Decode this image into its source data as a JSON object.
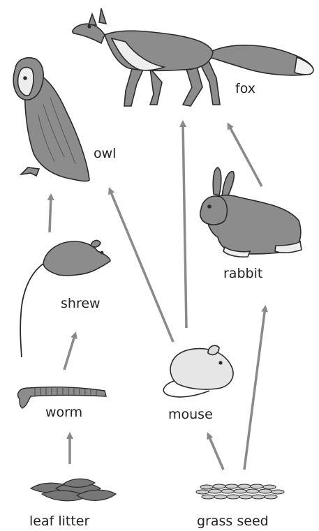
{
  "organisms": {
    "fox": "fox",
    "owl": "owl",
    "rabbit": "rabbit",
    "shrew": "shrew",
    "worm": "worm",
    "mouse": "mouse",
    "leaf_litter": "leaf litter",
    "grass_seed": "grass seed"
  },
  "links": [
    {
      "from": "leaf litter",
      "to": "worm"
    },
    {
      "from": "worm",
      "to": "shrew"
    },
    {
      "from": "shrew",
      "to": "owl"
    },
    {
      "from": "mouse",
      "to": "owl"
    },
    {
      "from": "mouse",
      "to": "fox"
    },
    {
      "from": "rabbit",
      "to": "fox"
    },
    {
      "from": "grass seed",
      "to": "mouse"
    },
    {
      "from": "grass seed",
      "to": "rabbit"
    }
  ],
  "colors": {
    "arrow": "#8a8a8a",
    "text": "#222222",
    "animal_fill": "#8c8c8c",
    "animal_light": "#e6e6e6",
    "outline": "#2b2b2b"
  }
}
